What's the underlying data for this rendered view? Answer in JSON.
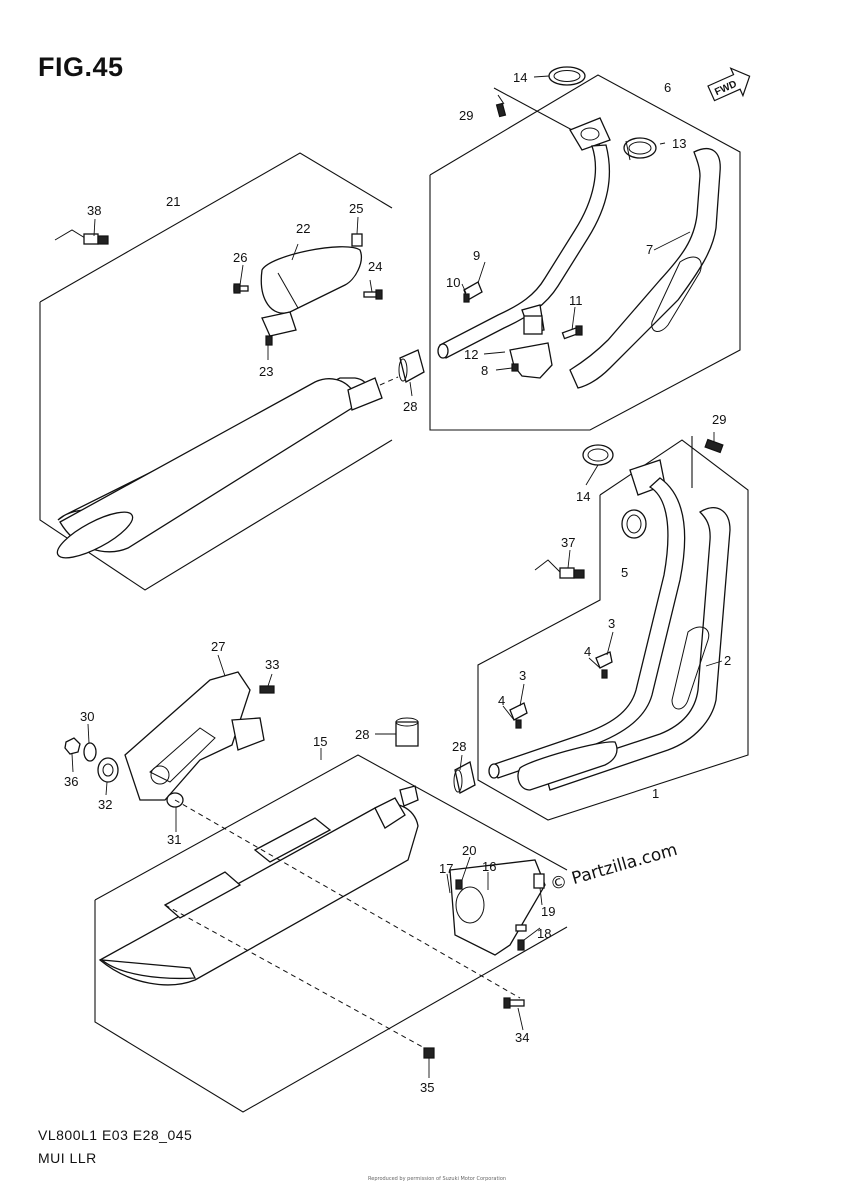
{
  "figure": {
    "title": "FIG.45",
    "model_code": "VL800L1 E03 E28_045",
    "section_name": "MUI LLR",
    "watermark": "© Partzilla.com",
    "copyright": "Reproduced by permission of Suzuki Motor Corporation"
  },
  "callouts": [
    {
      "id": "c1",
      "text": "1"
    },
    {
      "id": "c2",
      "text": "2"
    },
    {
      "id": "c3a",
      "text": "3"
    },
    {
      "id": "c3b",
      "text": "3"
    },
    {
      "id": "c4a",
      "text": "4"
    },
    {
      "id": "c4b",
      "text": "4"
    },
    {
      "id": "c5",
      "text": "5"
    },
    {
      "id": "c6",
      "text": "6"
    },
    {
      "id": "c7",
      "text": "7"
    },
    {
      "id": "c8",
      "text": "8"
    },
    {
      "id": "c9",
      "text": "9"
    },
    {
      "id": "c10",
      "text": "10"
    },
    {
      "id": "c11",
      "text": "11"
    },
    {
      "id": "c12",
      "text": "12"
    },
    {
      "id": "c13",
      "text": "13"
    },
    {
      "id": "c14a",
      "text": "14"
    },
    {
      "id": "c14b",
      "text": "14"
    },
    {
      "id": "c15",
      "text": "15"
    },
    {
      "id": "c16",
      "text": "16"
    },
    {
      "id": "c17",
      "text": "17"
    },
    {
      "id": "c18",
      "text": "18"
    },
    {
      "id": "c19",
      "text": "19"
    },
    {
      "id": "c20",
      "text": "20"
    },
    {
      "id": "c21",
      "text": "21"
    },
    {
      "id": "c22",
      "text": "22"
    },
    {
      "id": "c23",
      "text": "23"
    },
    {
      "id": "c24",
      "text": "24"
    },
    {
      "id": "c25",
      "text": "25"
    },
    {
      "id": "c26",
      "text": "26"
    },
    {
      "id": "c27",
      "text": "27"
    },
    {
      "id": "c28a",
      "text": "28"
    },
    {
      "id": "c28b",
      "text": "28"
    },
    {
      "id": "c28c",
      "text": "28"
    },
    {
      "id": "c29a",
      "text": "29"
    },
    {
      "id": "c29b",
      "text": "29"
    },
    {
      "id": "c30",
      "text": "30"
    },
    {
      "id": "c31",
      "text": "31"
    },
    {
      "id": "c32",
      "text": "32"
    },
    {
      "id": "c33",
      "text": "33"
    },
    {
      "id": "c34",
      "text": "34"
    },
    {
      "id": "c35",
      "text": "35"
    },
    {
      "id": "c36",
      "text": "36"
    },
    {
      "id": "c37",
      "text": "37"
    },
    {
      "id": "c38",
      "text": "38"
    }
  ],
  "fwd_arrow_label": "FWD"
}
